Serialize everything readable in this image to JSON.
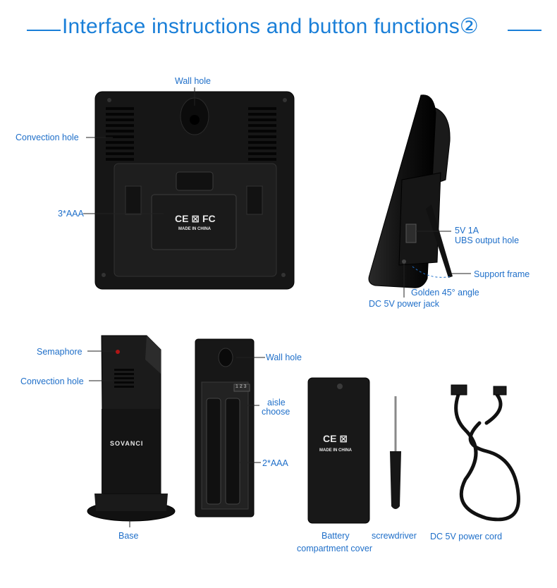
{
  "title": "Interface instructions and button functions②",
  "colors": {
    "accent": "#1a7fd8",
    "device": "#151515"
  },
  "main_unit_back": {
    "labels": {
      "wall_hole": "Wall hole",
      "convection_hole": "Convection hole",
      "battery": "3*AAA"
    },
    "markings": {
      "cert": "CE ⊠ FC",
      "made_in": "MADE IN CHINA"
    }
  },
  "main_unit_side": {
    "labels": {
      "usb_line1": "5V 1A",
      "usb_line2": "UBS output hole",
      "support_frame": "Support frame",
      "angle": "Golden 45° angle",
      "dc_jack": "DC 5V power jack"
    }
  },
  "sensor_front": {
    "labels": {
      "semaphore": "Semaphore",
      "convection_hole": "Convection hole",
      "base": "Base"
    },
    "brand": "SOVANCI"
  },
  "sensor_back": {
    "labels": {
      "wall_hole": "Wall hole",
      "aisle_line1": "aisle",
      "aisle_line2": "choose",
      "battery": "2*AAA"
    },
    "switch_text": "1 2 3"
  },
  "accessories": {
    "battery_cover_line1": "Battery",
    "battery_cover_line2": "compartment cover",
    "screwdriver": "screwdriver",
    "power_cord": "DC 5V power cord",
    "cover_markings": {
      "cert": "CE ⊠",
      "made_in": "MADE IN CHINA"
    }
  }
}
